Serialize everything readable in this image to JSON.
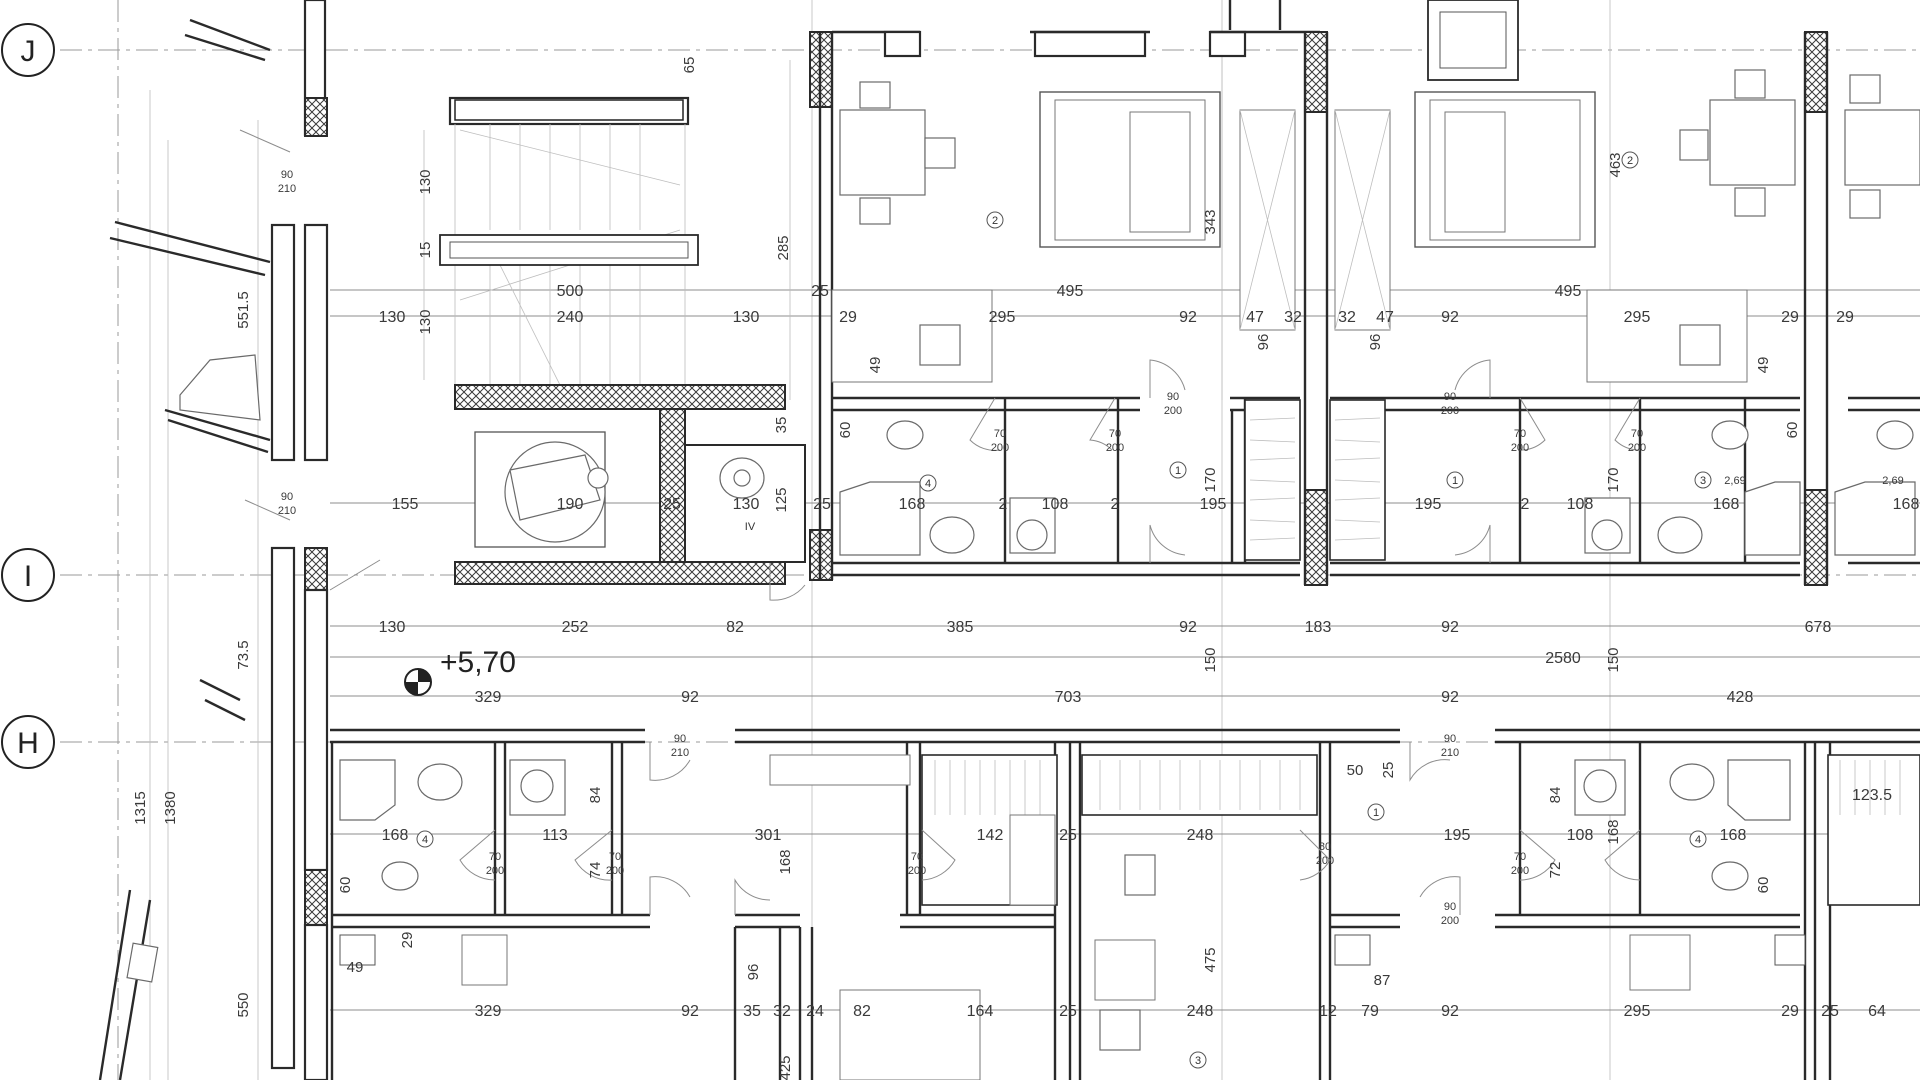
{
  "axes": {
    "J": "J",
    "I": "I",
    "H": "H"
  },
  "level": "+5,70",
  "dims": {
    "d500": "500",
    "d495a": "495",
    "d495b": "495",
    "d130a": "130",
    "d240": "240",
    "d130b": "130",
    "d25a": "25",
    "d29a": "29",
    "d295a": "295",
    "d92a": "92",
    "d47a": "47",
    "d32a": "32",
    "d32b": "32",
    "d47b": "47",
    "d92b": "92",
    "d295b": "295",
    "d29b": "29",
    "d29c": "29",
    "d155": "155",
    "d190": "190",
    "d25b": "25",
    "d130c": "130",
    "d25c": "25",
    "d168a": "168",
    "d2a": "2",
    "d108a": "108",
    "d2b": "2",
    "d195a": "195",
    "d195b": "195",
    "d2c": "2",
    "d108b": "108",
    "d168b": "168",
    "d168c": "168",
    "r130": "130",
    "r252": "252",
    "r82": "82",
    "r385": "385",
    "r92a": "92",
    "r183": "183",
    "r92b": "92",
    "r678": "678",
    "r2580": "2580",
    "r329": "329",
    "r92c": "92",
    "r703": "703",
    "r92d": "92",
    "r428": "428",
    "h168a": "168",
    "h113": "113",
    "h301": "301",
    "h142": "142",
    "h25a": "25",
    "h248a": "248",
    "h195": "195",
    "h108": "108",
    "h168b": "168",
    "h1235": "123.5",
    "b329": "329",
    "b92a": "92",
    "b35": "35",
    "b32": "32",
    "b24": "24",
    "b82": "82",
    "b164": "164",
    "b25": "25",
    "b248": "248",
    "b12": "12",
    "b79": "79",
    "b92b": "92",
    "b295": "295",
    "b29": "29",
    "b25b": "25",
    "b64": "64",
    "v130a": "130",
    "v15": "15",
    "v130b": "130",
    "v285": "285",
    "v65": "65",
    "v343": "343",
    "v463": "463",
    "v96a": "96",
    "v96b": "96",
    "v49a": "49",
    "v49b": "49",
    "v60a": "60",
    "v60b": "60",
    "v35": "35",
    "v125": "125",
    "v170a": "170",
    "v170b": "170",
    "v1315": "1315",
    "v1380": "1380",
    "v5515": "551.5",
    "v735": "73.5",
    "v550": "550",
    "v150a": "150",
    "v150b": "150",
    "v84a": "84",
    "v84b": "84",
    "v74": "74",
    "v72": "72",
    "v168a": "168",
    "v168b": "168",
    "v475": "475",
    "v96c": "96",
    "v425": "425",
    "v29d": "29",
    "v49c": "49",
    "v60c": "60",
    "v60d": "60",
    "v50": "50",
    "v25x": "25",
    "v87": "87"
  },
  "doors": {
    "p90_210a": "90",
    "p90_210a2": "210",
    "p90_210b": "90",
    "p90_210b2": "210",
    "p70_200a": "70",
    "p70_200a2": "200",
    "p70_200b": "70",
    "p70_200b2": "200",
    "p70_200c": "70",
    "p70_200c2": "200",
    "p70_200d": "70",
    "p70_200d2": "200",
    "p90_200a": "90",
    "p90_200a2": "200",
    "p90_200b": "90",
    "p90_200b2": "200",
    "p70_200e": "70",
    "p70_200e2": "200",
    "p70_200f": "70",
    "p70_200f2": "200",
    "p70_200g": "70",
    "p70_200g2": "200",
    "p70_200h": "70",
    "p70_200h2": "200",
    "p90_200c": "90",
    "p90_200c2": "200",
    "p80_200a": "80",
    "p80_200a2": "200",
    "p90_210c": "90",
    "p90_210c2": "210",
    "p90_210d": "90",
    "p90_210d2": "210"
  },
  "rooms": {
    "n1a": "1",
    "n1b": "1",
    "n1c": "1",
    "n2a": "2",
    "n2b": "2",
    "n3a": "3",
    "n3b": "3",
    "n4a": "4",
    "n4b": "4",
    "n4c": "4",
    "a269a": "2,69",
    "a269b": "2,69",
    "rIV": "IV"
  }
}
